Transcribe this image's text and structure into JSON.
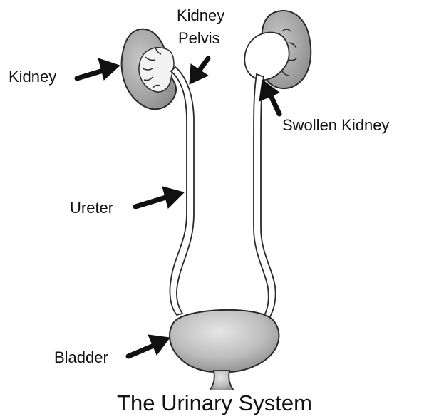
{
  "title": "The Urinary System",
  "labels": {
    "kidney": "Kidney",
    "kidney_pelvis_line1": "Kidney",
    "kidney_pelvis_line2": "Pelvis",
    "swollen_kidney": "Swollen Kidney",
    "ureter": "Ureter",
    "bladder": "Bladder"
  },
  "colors": {
    "organ_fill": "#a9a9a9",
    "organ_light": "#e2e2e2",
    "outline": "#2a2a2a",
    "arrow": "#111111",
    "text": "#111111"
  }
}
